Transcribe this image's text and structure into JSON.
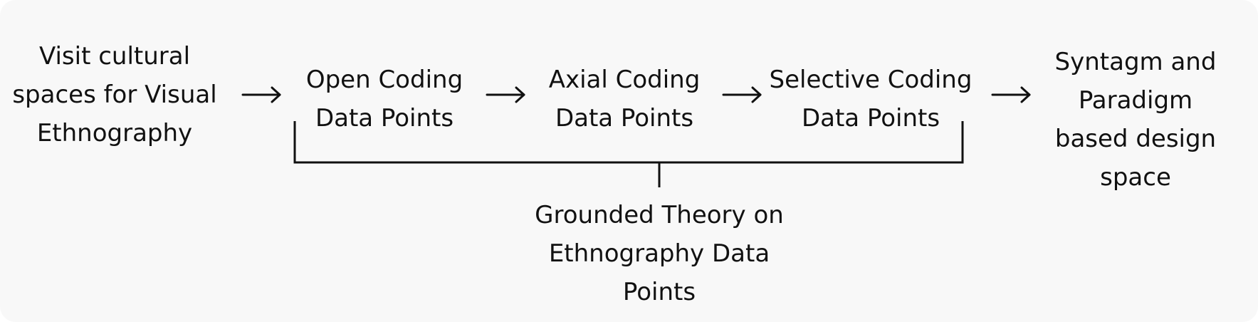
{
  "nodes": {
    "visit": {
      "lines": [
        "Visit cultural",
        "spaces for Visual",
        "Ethnography"
      ]
    },
    "open": {
      "lines": [
        "Open Coding",
        "Data Points"
      ]
    },
    "axial": {
      "lines": [
        "Axial Coding",
        "Data Points"
      ]
    },
    "selective": {
      "lines": [
        "Selective Coding",
        "Data Points"
      ]
    },
    "syntagm": {
      "lines": [
        "Syntagm and",
        "Paradigm",
        "based design",
        "space"
      ]
    },
    "grounded": {
      "lines": [
        "Grounded Theory on",
        "Ethnography Data",
        "Points"
      ]
    }
  }
}
